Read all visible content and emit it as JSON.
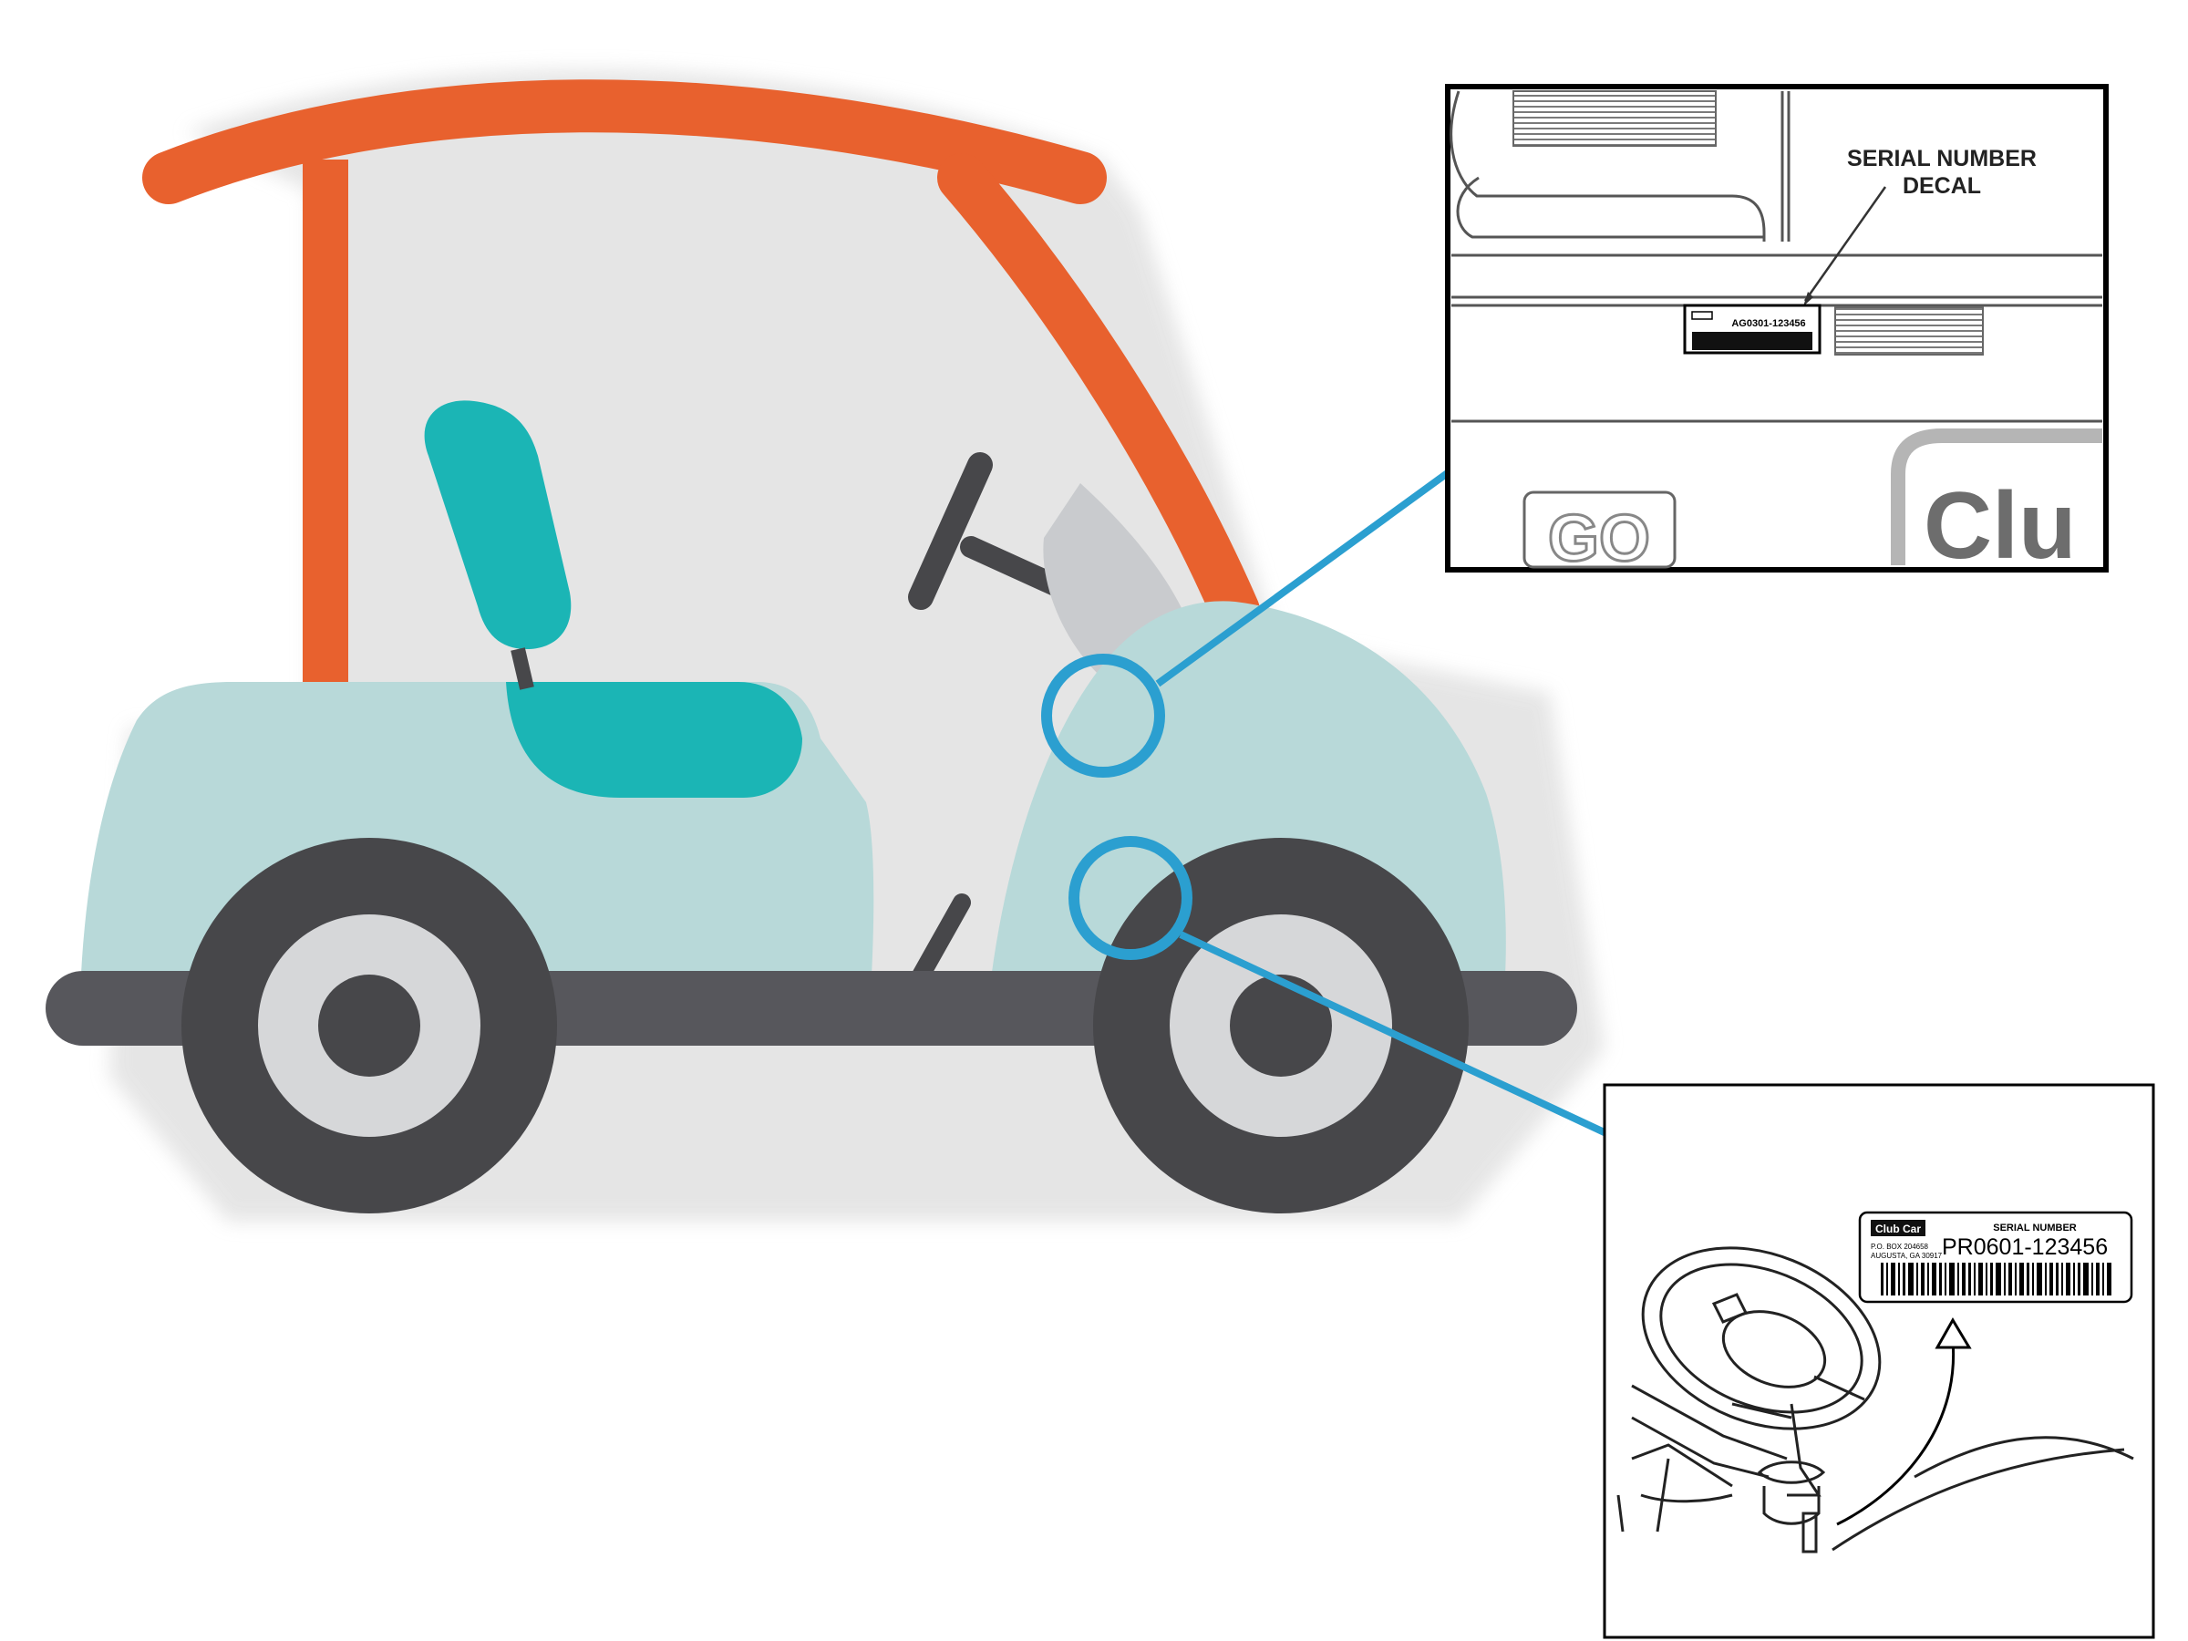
{
  "colors": {
    "roof": "#E8612E",
    "seat": "#1BB5B5",
    "body": "#B8D9D9",
    "chassis": "#57575C",
    "tire": "#47474A",
    "hub": "#D6D7D9",
    "windshield": "#C9CBCE",
    "callout": "#2B9FD0",
    "shadow": "#d9d9d9"
  },
  "top_inset": {
    "callout_line1": "SERIAL NUMBER",
    "callout_line2": "DECAL",
    "decal_code": "AG0301-123456",
    "fragment_go": "GO",
    "fragment_brand": "Clu"
  },
  "bottom_inset": {
    "brand": "Club Car",
    "decal_title": "SERIAL NUMBER",
    "serial": "PR0601-123456",
    "address_line1": "P.O. BOX 204658",
    "address_line2": "AUGUSTA, GA 30917"
  }
}
